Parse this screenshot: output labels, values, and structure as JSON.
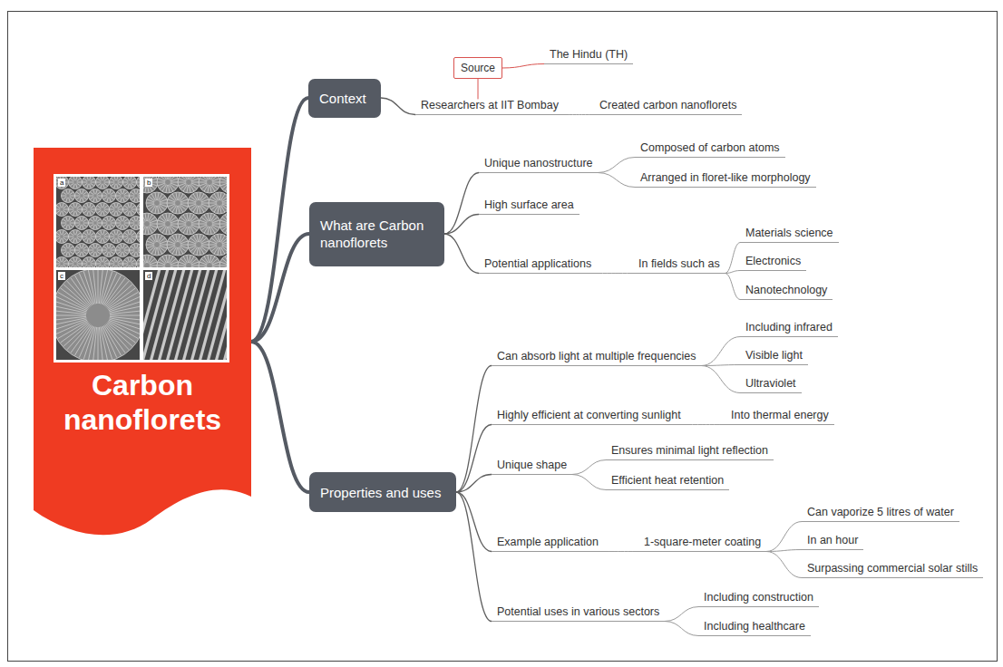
{
  "diagram": {
    "nodes": [
      {
        "text": [
          "Carbon nanoflorets"
        ]
      },
      {
        "text": [
          "Context"
        ]
      },
      {
        "text": [
          "Source"
        ]
      },
      {
        "text": [
          "The Hindu (TH)"
        ]
      },
      {
        "text": [
          "Researchers at IIT Bombay"
        ]
      },
      {
        "text": [
          "Created carbon nanoflorets"
        ]
      },
      {
        "text": [
          "What are Carbon nanoflorets"
        ]
      },
      {
        "text": [
          "Unique nanostructure"
        ]
      },
      {
        "text": [
          "Composed of carbon atoms"
        ]
      },
      {
        "text": [
          "Arranged in floret-like morphology"
        ]
      },
      {
        "text": [
          "High surface area"
        ]
      },
      {
        "text": [
          "Potential applications"
        ]
      },
      {
        "text": [
          "In fields such as"
        ]
      },
      {
        "text": [
          "Materials science"
        ]
      },
      {
        "text": [
          "Electronics"
        ]
      },
      {
        "text": [
          "Nanotechnology"
        ]
      },
      {
        "text": [
          "Properties and uses"
        ]
      },
      {
        "text": [
          "Can absorb light at multiple frequencies"
        ]
      },
      {
        "text": [
          "Including infrared"
        ]
      },
      {
        "text": [
          "Visible light"
        ]
      },
      {
        "text": [
          "Ultraviolet"
        ]
      },
      {
        "text": [
          "Highly efficient at converting sunlight"
        ]
      },
      {
        "text": [
          "Into thermal energy"
        ]
      },
      {
        "text": [
          "Unique shape"
        ]
      },
      {
        "text": [
          "Ensures minimal light reflection"
        ]
      },
      {
        "text": [
          "Efficient heat retention"
        ]
      },
      {
        "text": [
          "Example application"
        ]
      },
      {
        "text": [
          "1-square-meter coating"
        ]
      },
      {
        "text": [
          "Can vaporize 5 litres of water"
        ]
      },
      {
        "text": [
          "In an hour"
        ]
      },
      {
        "text": [
          "Surpassing commercial solar stills"
        ]
      },
      {
        "text": [
          "Potential uses in various sectors"
        ]
      },
      {
        "text": [
          "Including construction"
        ]
      },
      {
        "text": [
          "Including healthcare"
        ]
      }
    ],
    "edges": [
      {
        "from": 0,
        "to": 1,
        "arrow": "none"
      },
      {
        "from": 0,
        "to": 6,
        "arrow": "none"
      },
      {
        "from": 0,
        "to": 16,
        "arrow": "none"
      },
      {
        "from": 1,
        "to": 4,
        "arrow": "none"
      },
      {
        "from": 4,
        "to": 5,
        "arrow": "none"
      },
      {
        "from": 2,
        "to": 3,
        "arrow": "none"
      },
      {
        "from": 2,
        "to": 4,
        "arrow": "none"
      },
      {
        "from": 6,
        "to": 7,
        "arrow": "none"
      },
      {
        "from": 7,
        "to": 8,
        "arrow": "none"
      },
      {
        "from": 7,
        "to": 9,
        "arrow": "none"
      },
      {
        "from": 6,
        "to": 10,
        "arrow": "none"
      },
      {
        "from": 6,
        "to": 11,
        "arrow": "none"
      },
      {
        "from": 11,
        "to": 12,
        "arrow": "none"
      },
      {
        "from": 12,
        "to": 13,
        "arrow": "none"
      },
      {
        "from": 12,
        "to": 14,
        "arrow": "none"
      },
      {
        "from": 12,
        "to": 15,
        "arrow": "none"
      },
      {
        "from": 16,
        "to": 17,
        "arrow": "none"
      },
      {
        "from": 17,
        "to": 18,
        "arrow": "none"
      },
      {
        "from": 17,
        "to": 19,
        "arrow": "none"
      },
      {
        "from": 17,
        "to": 20,
        "arrow": "none"
      },
      {
        "from": 16,
        "to": 21,
        "arrow": "none"
      },
      {
        "from": 21,
        "to": 22,
        "arrow": "none"
      },
      {
        "from": 16,
        "to": 23,
        "arrow": "none"
      },
      {
        "from": 23,
        "to": 24,
        "arrow": "none"
      },
      {
        "from": 23,
        "to": 25,
        "arrow": "none"
      },
      {
        "from": 16,
        "to": 26,
        "arrow": "none"
      },
      {
        "from": 26,
        "to": 27,
        "arrow": "none"
      },
      {
        "from": 27,
        "to": 28,
        "arrow": "none"
      },
      {
        "from": 27,
        "to": 29,
        "arrow": "none"
      },
      {
        "from": 27,
        "to": 30,
        "arrow": "none"
      },
      {
        "from": 16,
        "to": 31,
        "arrow": "none"
      },
      {
        "from": 31,
        "to": 32,
        "arrow": "none"
      },
      {
        "from": 31,
        "to": 33,
        "arrow": "none"
      }
    ],
    "labels": [
      "a",
      "b",
      "c",
      "d"
    ]
  }
}
